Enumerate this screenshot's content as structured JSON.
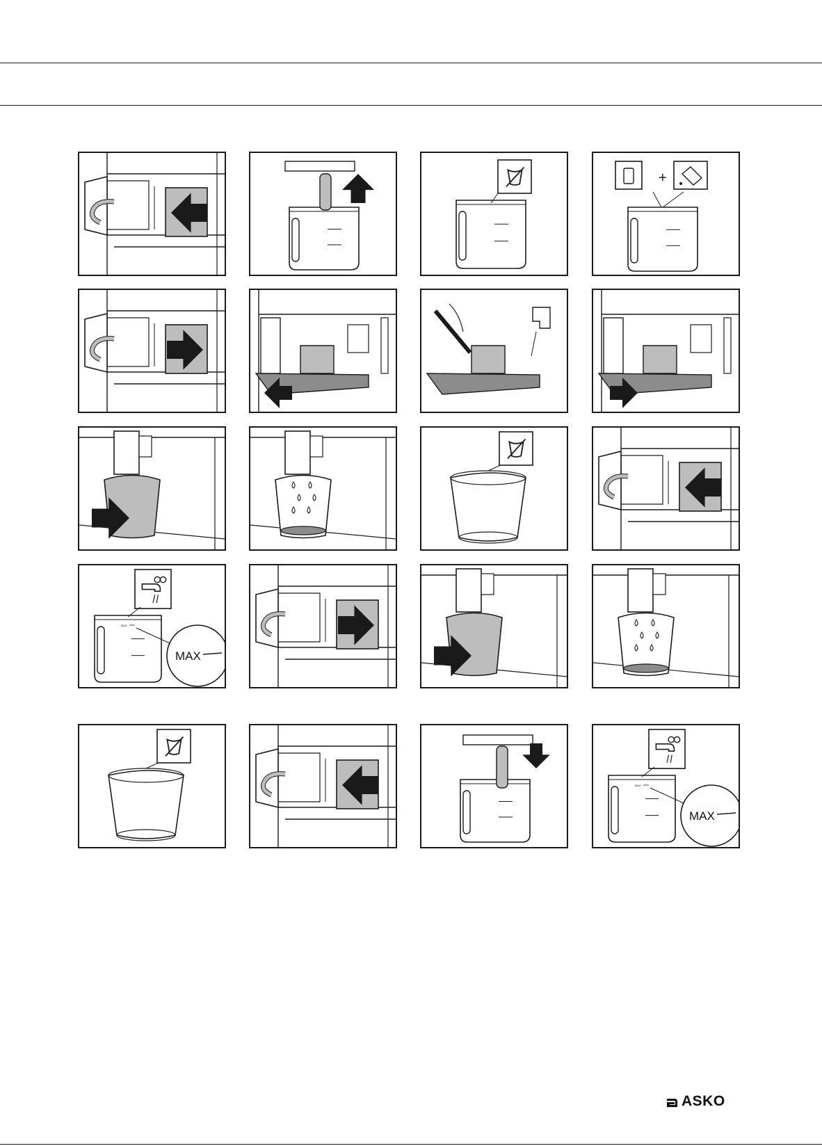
{
  "brand": {
    "name": "ASKO"
  },
  "icons": {
    "arrow-in": "arrow-in-icon",
    "arrow-out": "arrow-out-icon",
    "arrow-up": "arrow-up-icon",
    "arrow-down": "arrow-down-icon",
    "no-dishwasher": "no-dishwasher-icon",
    "faucet": "faucet-icon",
    "bottle": "descaler-bottle-icon",
    "pour": "pour-icon",
    "brush": "brush-icon",
    "drops": "drops-icon"
  },
  "labels": {
    "plus": "+",
    "max_callout": "MAX",
    "max_small": "MAX"
  },
  "colors": {
    "ink": "#1a1a1a",
    "fill_grey": "#bdbdbd",
    "tray_grey": "#8c8c8c",
    "paper": "#ffffff"
  },
  "layout_note_rows": 5,
  "panels": [
    {
      "id": "p1",
      "scene": "open-door-insert"
    },
    {
      "id": "p2",
      "scene": "tank-lift-filter"
    },
    {
      "id": "p3",
      "scene": "tank-no-dish"
    },
    {
      "id": "p4",
      "scene": "tank-add-descaler"
    },
    {
      "id": "p5",
      "scene": "open-door-remove"
    },
    {
      "id": "p6",
      "scene": "tray-pull-out"
    },
    {
      "id": "p7",
      "scene": "tray-clean"
    },
    {
      "id": "p8",
      "scene": "tray-push-in"
    },
    {
      "id": "p9",
      "scene": "cup-place"
    },
    {
      "id": "p10",
      "scene": "cup-dripping"
    },
    {
      "id": "p11",
      "scene": "cup-no-dish"
    },
    {
      "id": "p12",
      "scene": "open-door-insert"
    },
    {
      "id": "p13",
      "scene": "tank-fill-max"
    },
    {
      "id": "p14",
      "scene": "open-door-remove"
    },
    {
      "id": "p15",
      "scene": "cup-place"
    },
    {
      "id": "p16",
      "scene": "cup-dripping"
    },
    {
      "id": "p17",
      "scene": "cup-no-dish"
    },
    {
      "id": "p18",
      "scene": "open-door-insert"
    },
    {
      "id": "p19",
      "scene": "tank-insert-filter"
    },
    {
      "id": "p20",
      "scene": "tank-fill-max"
    }
  ]
}
